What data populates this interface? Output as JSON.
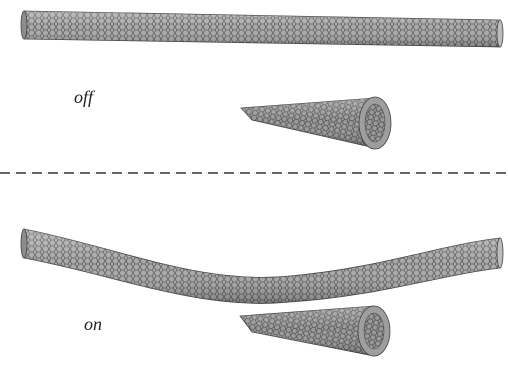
{
  "labels": {
    "off": "off",
    "on": "on"
  },
  "colors": {
    "tube_fill": "#a9a9a9",
    "tube_lattice": "#5e5e5e",
    "tube_edge": "#444444",
    "divider": "#333333",
    "background": "#ffffff"
  },
  "panels": [
    {
      "state": "off",
      "tube": "straight",
      "cone": "below-right"
    },
    {
      "state": "on",
      "tube": "bent",
      "cone": "below-right"
    }
  ]
}
